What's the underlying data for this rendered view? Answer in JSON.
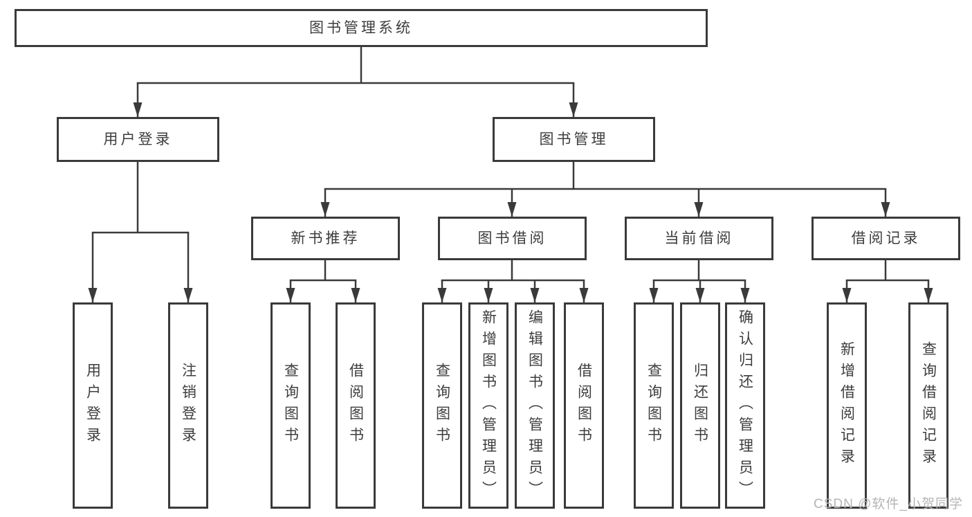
{
  "diagram_type": "hierarchy-tree",
  "root": {
    "label": "图书管理系统"
  },
  "tree": [
    {
      "label": "用户登录",
      "children": [
        {
          "label": "用户登录"
        },
        {
          "label": "注销登录"
        }
      ]
    },
    {
      "label": "图书管理",
      "children": [
        {
          "label": "新书推荐",
          "children": [
            {
              "label": "查询图书"
            },
            {
              "label": "借阅图书"
            }
          ]
        },
        {
          "label": "图书借阅",
          "children": [
            {
              "label": "查询图书"
            },
            {
              "label": "新增图书（管理员）"
            },
            {
              "label": "编辑图书（管理员）"
            },
            {
              "label": "借阅图书"
            }
          ]
        },
        {
          "label": "当前借阅",
          "children": [
            {
              "label": "查询图书"
            },
            {
              "label": "归还图书"
            },
            {
              "label": "确认归还（管理员）"
            }
          ]
        },
        {
          "label": "借阅记录",
          "children": [
            {
              "label": "新增借阅记录"
            },
            {
              "label": "查询借阅记录"
            }
          ]
        }
      ]
    }
  ],
  "watermark": {
    "text": "CSDN @软件_小贺同学"
  },
  "colors": {
    "border": "#3a3a3a",
    "line": "#3a3a3a",
    "text": "#3d3d3d",
    "background": "#ffffff",
    "watermark": "#b5b5b5"
  }
}
